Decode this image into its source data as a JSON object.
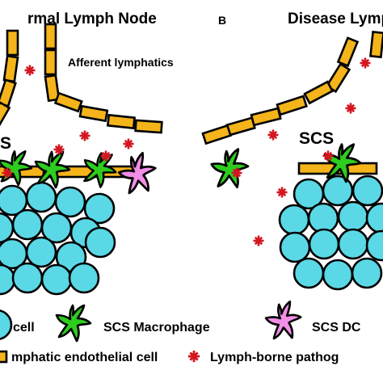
{
  "panel_a": {
    "title": "rmal Lymph Node",
    "afferent_label": "Afferent lymphatics",
    "scs_label": "S"
  },
  "panel_b": {
    "letter": "B",
    "title": "Disease Lymp",
    "scs_label": "SCS"
  },
  "legend": {
    "b_cell": "cell",
    "scs_macrophage": "SCS Macrophage",
    "scs_dc": "SCS DC",
    "endothelial": "mphatic endothelial cell",
    "pathogen": "Lymph-borne pathog"
  },
  "colors": {
    "vessel": "#f4b41a",
    "b_cell": "#5ad8e6",
    "macrophage": "#2ecc1f",
    "dendritic_cell": "#f28ee6",
    "pathogen": "#d3161f"
  }
}
